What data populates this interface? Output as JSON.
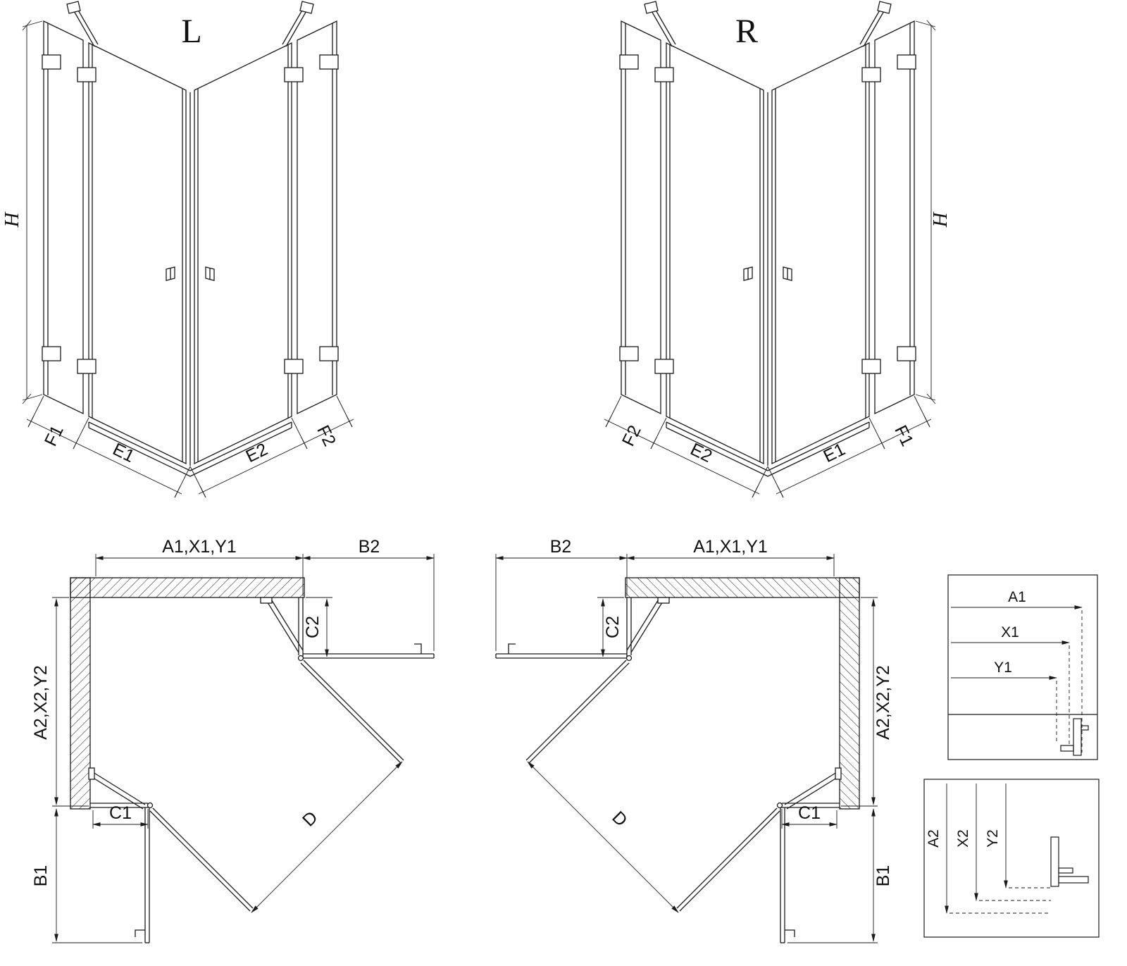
{
  "front_left": {
    "title": "L",
    "h": "H",
    "f1": "F1",
    "e1": "E1",
    "e2": "E2",
    "f2": "F2"
  },
  "front_right": {
    "title": "R",
    "h": "H",
    "f1": "F1",
    "e1": "E1",
    "e2": "E2",
    "f2": "F2"
  },
  "plan_left": {
    "width_top": "A1,X1,Y1",
    "b2": "B2",
    "c2": "C2",
    "depth_side": "A2,X2,Y2",
    "c1": "C1",
    "b1": "B1",
    "d": "D"
  },
  "plan_right": {
    "width_top": "A1,X1,Y1",
    "b2": "B2",
    "c2": "C2",
    "depth_side": "A2,X2,Y2",
    "c1": "C1",
    "b1": "B1",
    "d": "D"
  },
  "detail_top": {
    "a1": "A1",
    "x1": "X1",
    "y1": "Y1"
  },
  "detail_bottom": {
    "a2": "A2",
    "x2": "X2",
    "y2": "Y2"
  },
  "colors": {
    "line": "#1a1a1a",
    "background": "#ffffff"
  }
}
